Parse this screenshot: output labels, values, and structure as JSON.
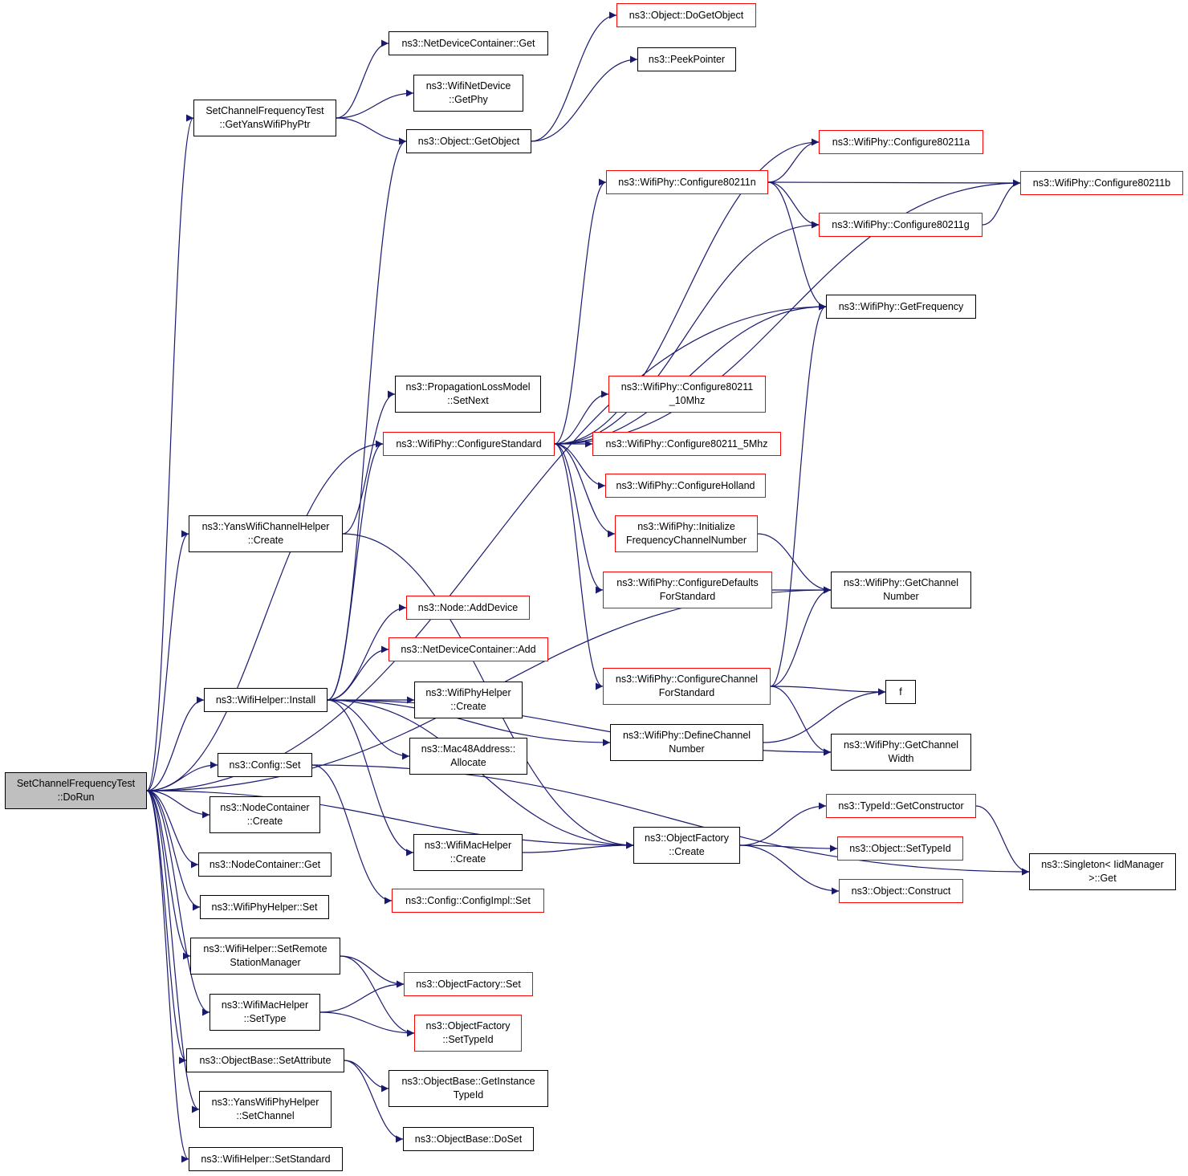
{
  "colors": {
    "edge": "#191970",
    "border": "#000000",
    "external_border": "#ff0000",
    "root_fill": "#bfbfbf"
  },
  "nodes": [
    {
      "id": "root",
      "lines": [
        "SetChannelFrequencyTest",
        "::DoRun"
      ],
      "style": "root"
    },
    {
      "id": "getyans",
      "lines": [
        "SetChannelFrequencyTest",
        "::GetYansWifiPhyPtr"
      ]
    },
    {
      "id": "ndc_get",
      "lines": [
        "ns3::NetDeviceContainer::Get"
      ]
    },
    {
      "id": "wnd_getphy",
      "lines": [
        "ns3::WifiNetDevice",
        "::GetPhy"
      ]
    },
    {
      "id": "obj_getobject",
      "lines": [
        "ns3::Object::GetObject"
      ]
    },
    {
      "id": "obj_dogetobject",
      "lines": [
        "ns3::Object::DoGetObject"
      ],
      "style": "red"
    },
    {
      "id": "peekpointer",
      "lines": [
        "ns3::PeekPointer"
      ]
    },
    {
      "id": "cfg11a",
      "lines": [
        "ns3::WifiPhy::Configure80211a"
      ],
      "style": "red"
    },
    {
      "id": "cfg11n",
      "lines": [
        "ns3::WifiPhy::Configure80211n"
      ],
      "style": "red"
    },
    {
      "id": "cfg11b",
      "lines": [
        "ns3::WifiPhy::Configure80211b"
      ],
      "style": "red"
    },
    {
      "id": "cfg11g",
      "lines": [
        "ns3::WifiPhy::Configure80211g"
      ],
      "style": "red"
    },
    {
      "id": "getfreq",
      "lines": [
        "ns3::WifiPhy::GetFrequency"
      ]
    },
    {
      "id": "prop_setnext",
      "lines": [
        "ns3::PropagationLossModel",
        "::SetNext"
      ]
    },
    {
      "id": "cfgstd",
      "lines": [
        "ns3::WifiPhy::ConfigureStandard"
      ],
      "style": "red"
    },
    {
      "id": "cfg10",
      "lines": [
        "ns3::WifiPhy::Configure80211",
        "_10Mhz"
      ],
      "style": "red"
    },
    {
      "id": "cfg5",
      "lines": [
        "ns3::WifiPhy::Configure80211_5Mhz"
      ],
      "style": "red"
    },
    {
      "id": "holland",
      "lines": [
        "ns3::WifiPhy::ConfigureHolland"
      ],
      "style": "red"
    },
    {
      "id": "yans_create",
      "lines": [
        "ns3::YansWifiChannelHelper",
        "::Create"
      ]
    },
    {
      "id": "initfcn",
      "lines": [
        "ns3::WifiPhy::Initialize",
        "FrequencyChannelNumber"
      ],
      "style": "red"
    },
    {
      "id": "cfgdef",
      "lines": [
        "ns3::WifiPhy::ConfigureDefaults",
        "ForStandard"
      ],
      "style": "red"
    },
    {
      "id": "getchnum",
      "lines": [
        "ns3::WifiPhy::GetChannel",
        "Number"
      ]
    },
    {
      "id": "node_adddev",
      "lines": [
        "ns3::Node::AddDevice"
      ],
      "style": "red"
    },
    {
      "id": "ndc_add",
      "lines": [
        "ns3::NetDeviceContainer::Add"
      ],
      "style": "red"
    },
    {
      "id": "cfgchan",
      "lines": [
        "ns3::WifiPhy::ConfigureChannel",
        "ForStandard"
      ],
      "style": "red"
    },
    {
      "id": "f",
      "lines": [
        "f"
      ]
    },
    {
      "id": "wifihelper_install",
      "lines": [
        "ns3::WifiHelper::Install"
      ]
    },
    {
      "id": "wph_create",
      "lines": [
        "ns3::WifiPhyHelper",
        "::Create"
      ]
    },
    {
      "id": "definechan",
      "lines": [
        "ns3::WifiPhy::DefineChannel",
        "Number"
      ]
    },
    {
      "id": "getchwidth",
      "lines": [
        "ns3::WifiPhy::GetChannel",
        "Width"
      ]
    },
    {
      "id": "mac48",
      "lines": [
        "ns3::Mac48Address::",
        "Allocate"
      ]
    },
    {
      "id": "config_set",
      "lines": [
        "ns3::Config::Set"
      ]
    },
    {
      "id": "typeid_getctor",
      "lines": [
        "ns3::TypeId::GetConstructor"
      ],
      "style": "red"
    },
    {
      "id": "nc_create",
      "lines": [
        "ns3::NodeContainer",
        "::Create"
      ]
    },
    {
      "id": "of_create",
      "lines": [
        "ns3::ObjectFactory",
        "::Create"
      ]
    },
    {
      "id": "wmh_create",
      "lines": [
        "ns3::WifiMacHelper",
        "::Create"
      ]
    },
    {
      "id": "obj_settypeid",
      "lines": [
        "ns3::Object::SetTypeId"
      ],
      "style": "red"
    },
    {
      "id": "singleton",
      "lines": [
        "ns3::Singleton< IidManager",
        ">::Get"
      ]
    },
    {
      "id": "nc_get",
      "lines": [
        "ns3::NodeContainer::Get"
      ]
    },
    {
      "id": "obj_construct",
      "lines": [
        "ns3::Object::Construct"
      ],
      "style": "red"
    },
    {
      "id": "configimpl_set",
      "lines": [
        "ns3::Config::ConfigImpl::Set"
      ],
      "style": "red"
    },
    {
      "id": "wph_set",
      "lines": [
        "ns3::WifiPhyHelper::Set"
      ]
    },
    {
      "id": "setremote",
      "lines": [
        "ns3::WifiHelper::SetRemote",
        "StationManager"
      ]
    },
    {
      "id": "of_set",
      "lines": [
        "ns3::ObjectFactory::Set"
      ],
      "style": "red"
    },
    {
      "id": "wmh_settype",
      "lines": [
        "ns3::WifiMacHelper",
        "::SetType"
      ]
    },
    {
      "id": "of_settypeid",
      "lines": [
        "ns3::ObjectFactory",
        "::SetTypeId"
      ],
      "style": "red"
    },
    {
      "id": "ob_setattr",
      "lines": [
        "ns3::ObjectBase::SetAttribute"
      ]
    },
    {
      "id": "ob_getinst",
      "lines": [
        "ns3::ObjectBase::GetInstance",
        "TypeId"
      ]
    },
    {
      "id": "yans_setchan",
      "lines": [
        "ns3::YansWifiPhyHelper",
        "::SetChannel"
      ]
    },
    {
      "id": "ob_doset",
      "lines": [
        "ns3::ObjectBase::DoSet"
      ]
    },
    {
      "id": "wh_setstd",
      "lines": [
        "ns3::WifiHelper::SetStandard"
      ]
    }
  ],
  "edges": [
    [
      "root",
      "getyans"
    ],
    [
      "root",
      "getfreq"
    ],
    [
      "root",
      "getchnum"
    ],
    [
      "root",
      "yans_create"
    ],
    [
      "root",
      "cfgstd"
    ],
    [
      "root",
      "of_create"
    ],
    [
      "root",
      "wifihelper_install"
    ],
    [
      "root",
      "config_set"
    ],
    [
      "root",
      "nc_create"
    ],
    [
      "root",
      "nc_get"
    ],
    [
      "root",
      "wph_set"
    ],
    [
      "root",
      "setremote"
    ],
    [
      "root",
      "wmh_settype"
    ],
    [
      "root",
      "ob_setattr"
    ],
    [
      "root",
      "yans_setchan"
    ],
    [
      "root",
      "wh_setstd"
    ],
    [
      "getyans",
      "ndc_get"
    ],
    [
      "getyans",
      "wnd_getphy"
    ],
    [
      "getyans",
      "obj_getobject"
    ],
    [
      "obj_getobject",
      "obj_dogetobject"
    ],
    [
      "obj_getobject",
      "peekpointer"
    ],
    [
      "cfgstd",
      "cfg11a"
    ],
    [
      "cfgstd",
      "cfg11b"
    ],
    [
      "cfgstd",
      "cfg11n"
    ],
    [
      "cfgstd",
      "cfg11g"
    ],
    [
      "cfgstd",
      "getfreq"
    ],
    [
      "cfgstd",
      "cfg10"
    ],
    [
      "cfgstd",
      "cfg5"
    ],
    [
      "cfgstd",
      "holland"
    ],
    [
      "cfgstd",
      "initfcn"
    ],
    [
      "cfgstd",
      "cfgdef"
    ],
    [
      "cfgstd",
      "cfgchan"
    ],
    [
      "cfg11n",
      "cfg11a"
    ],
    [
      "cfg11n",
      "cfg11b"
    ],
    [
      "cfg11n",
      "cfg11g"
    ],
    [
      "cfg11n",
      "getfreq"
    ],
    [
      "cfg11g",
      "cfg11b"
    ],
    [
      "yans_create",
      "prop_setnext"
    ],
    [
      "yans_create",
      "of_create"
    ],
    [
      "initfcn",
      "getchnum"
    ],
    [
      "cfgdef",
      "getchnum"
    ],
    [
      "cfgchan",
      "getfreq"
    ],
    [
      "cfgchan",
      "getchnum"
    ],
    [
      "cfgchan",
      "f"
    ],
    [
      "cfgchan",
      "getchwidth"
    ],
    [
      "definechan",
      "f"
    ],
    [
      "wifihelper_install",
      "obj_getobject"
    ],
    [
      "wifihelper_install",
      "cfgstd"
    ],
    [
      "wifihelper_install",
      "node_adddev"
    ],
    [
      "wifihelper_install",
      "ndc_add"
    ],
    [
      "wifihelper_install",
      "wph_create"
    ],
    [
      "wifihelper_install",
      "mac48"
    ],
    [
      "wifihelper_install",
      "of_create"
    ],
    [
      "wifihelper_install",
      "wmh_create"
    ],
    [
      "wifihelper_install",
      "definechan"
    ],
    [
      "wifihelper_install",
      "getchwidth"
    ],
    [
      "config_set",
      "configimpl_set"
    ],
    [
      "config_set",
      "singleton"
    ],
    [
      "of_create",
      "typeid_getctor"
    ],
    [
      "of_create",
      "obj_settypeid"
    ],
    [
      "of_create",
      "obj_construct"
    ],
    [
      "typeid_getctor",
      "singleton"
    ],
    [
      "wmh_create",
      "of_create"
    ],
    [
      "setremote",
      "of_set"
    ],
    [
      "setremote",
      "of_settypeid"
    ],
    [
      "wmh_settype",
      "of_set"
    ],
    [
      "wmh_settype",
      "of_settypeid"
    ],
    [
      "ob_setattr",
      "ob_getinst"
    ],
    [
      "ob_setattr",
      "ob_doset"
    ]
  ]
}
